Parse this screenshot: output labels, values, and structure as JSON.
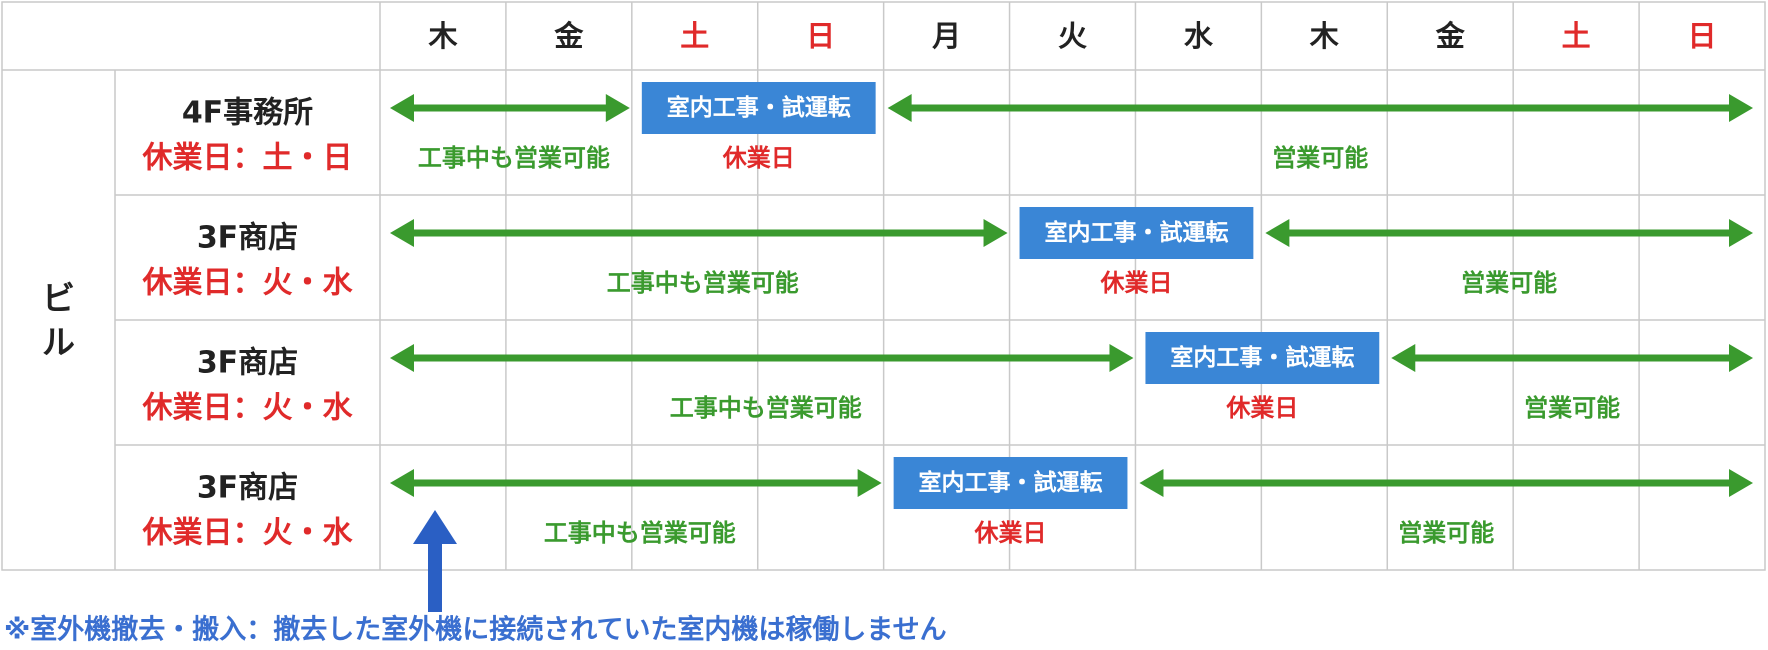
{
  "colors": {
    "grid": "#c9c9c9",
    "header_text": "#222222",
    "weekend_text": "#e02a2a",
    "row_label": "#222222",
    "holiday_red": "#e02a2a",
    "arrow_green": "#3a9a2e",
    "box_blue": "#3a86d6",
    "box_text": "#ffffff",
    "pointer_blue": "#2a5fc4",
    "note_blue": "#3a6fd0"
  },
  "days": [
    {
      "label": "木",
      "weekend": false
    },
    {
      "label": "金",
      "weekend": false
    },
    {
      "label": "土",
      "weekend": true
    },
    {
      "label": "日",
      "weekend": true
    },
    {
      "label": "月",
      "weekend": false
    },
    {
      "label": "火",
      "weekend": false
    },
    {
      "label": "水",
      "weekend": false
    },
    {
      "label": "木",
      "weekend": false
    },
    {
      "label": "金",
      "weekend": false
    },
    {
      "label": "土",
      "weekend": true
    },
    {
      "label": "日",
      "weekend": true
    }
  ],
  "group_label": "ビル",
  "rows": [
    {
      "name": "4F事務所",
      "holiday": "休業日：土・日",
      "work_label": "室内工事・試運転",
      "work_start_day": 2,
      "work_days": 2,
      "before_label": "工事中も営業可能",
      "closed_label": "休業日",
      "after_label": "営業可能"
    },
    {
      "name": "3F商店",
      "holiday": "休業日：火・水",
      "work_label": "室内工事・試運転",
      "work_start_day": 5,
      "work_days": 2,
      "before_label": "工事中も営業可能",
      "closed_label": "休業日",
      "after_label": "営業可能"
    },
    {
      "name": "3F商店",
      "holiday": "休業日：火・水",
      "work_label": "室内工事・試運転",
      "work_start_day": 6,
      "work_days": 2,
      "before_label": "工事中も営業可能",
      "closed_label": "休業日",
      "after_label": "営業可能"
    },
    {
      "name": "3F商店",
      "holiday": "休業日：火・水",
      "work_label": "室内工事・試運転",
      "work_start_day": 4,
      "work_days": 2,
      "before_label": "工事中も営業可能",
      "closed_label": "休業日",
      "after_label": "営業可能"
    }
  ],
  "pointer_day": 0,
  "note": "※室外機撤去・搬入：撤去した室外機に接続されていた室内機は稼働しません"
}
